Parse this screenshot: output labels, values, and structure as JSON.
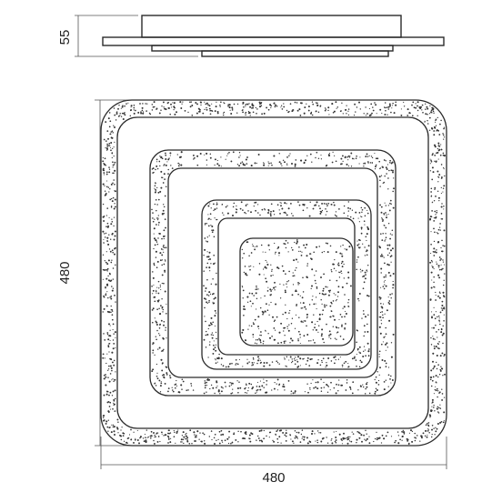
{
  "dimensions": {
    "height_label": "55",
    "depth_label": "480",
    "width_label": "480"
  },
  "colors": {
    "line": "#2a2a2a",
    "speckle": "#333333",
    "background": "#ffffff"
  }
}
